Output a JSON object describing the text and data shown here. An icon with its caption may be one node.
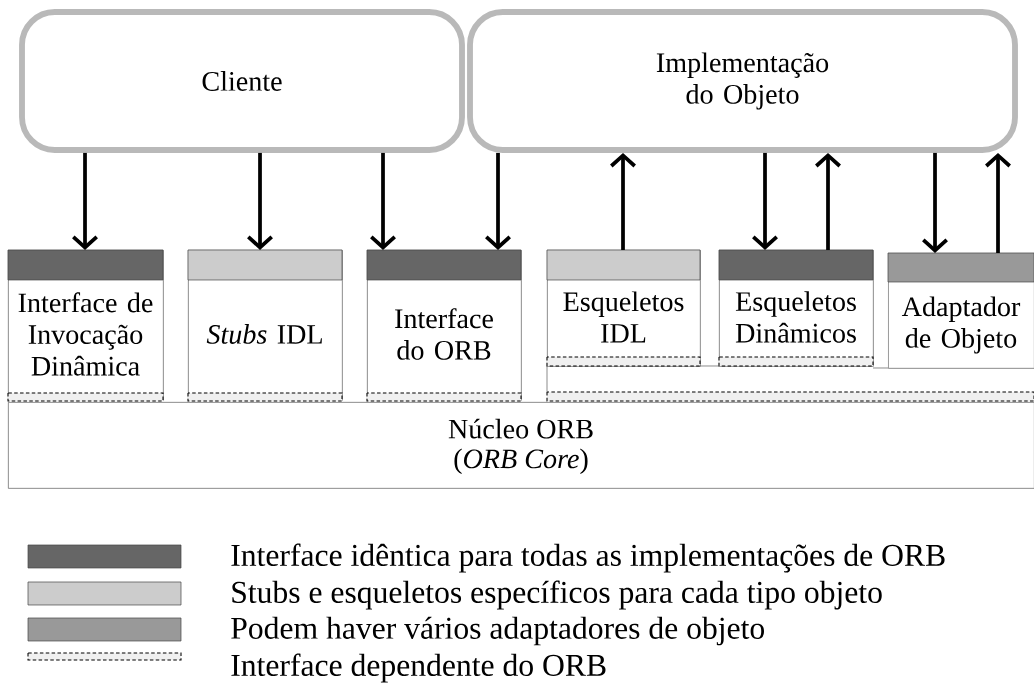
{
  "diagram": {
    "nodes": [
      {
        "text": [
          "Cliente"
        ]
      },
      {
        "text": [
          "Implementação do Objeto"
        ]
      },
      {
        "text": [
          "Interface de Invocação Dinâmica"
        ]
      },
      {
        "text": [
          "*Stubs* IDL"
        ]
      },
      {
        "text": [
          "Interface do ORB"
        ]
      },
      {
        "text": [
          "Esqueletos IDL"
        ]
      },
      {
        "text": [
          "Esqueletos Dinâmicos"
        ]
      },
      {
        "text": [
          "Adaptador de Objeto"
        ]
      },
      {
        "text": [
          "Núcleo ORB",
          "(*ORB Core*)"
        ]
      }
    ],
    "edges": [
      {
        "from": 0,
        "to": 2,
        "arrow": "to"
      },
      {
        "from": 0,
        "to": 3,
        "arrow": "to"
      },
      {
        "from": 0,
        "to": 4,
        "arrow": "to"
      },
      {
        "from": 1,
        "to": 4,
        "arrow": "to"
      },
      {
        "from": 5,
        "to": 1,
        "arrow": "to"
      },
      {
        "from": 1,
        "to": 6,
        "arrow": "to"
      },
      {
        "from": 6,
        "to": 1,
        "arrow": "to"
      },
      {
        "from": 1,
        "to": 7,
        "arrow": "to"
      },
      {
        "from": 7,
        "to": 1,
        "arrow": "to"
      }
    ],
    "legend": [
      {
        "text": "Interface idêntica para todas as implementações de ORB",
        "color": "#666666"
      },
      {
        "text": "Stubs e esqueletos específicos para cada tipo objeto",
        "color": "#cccccc"
      },
      {
        "text": "Podem haver vários adaptadores de objeto",
        "color": "#999999"
      },
      {
        "text": "Interface dependente do ORB"
      }
    ]
  }
}
